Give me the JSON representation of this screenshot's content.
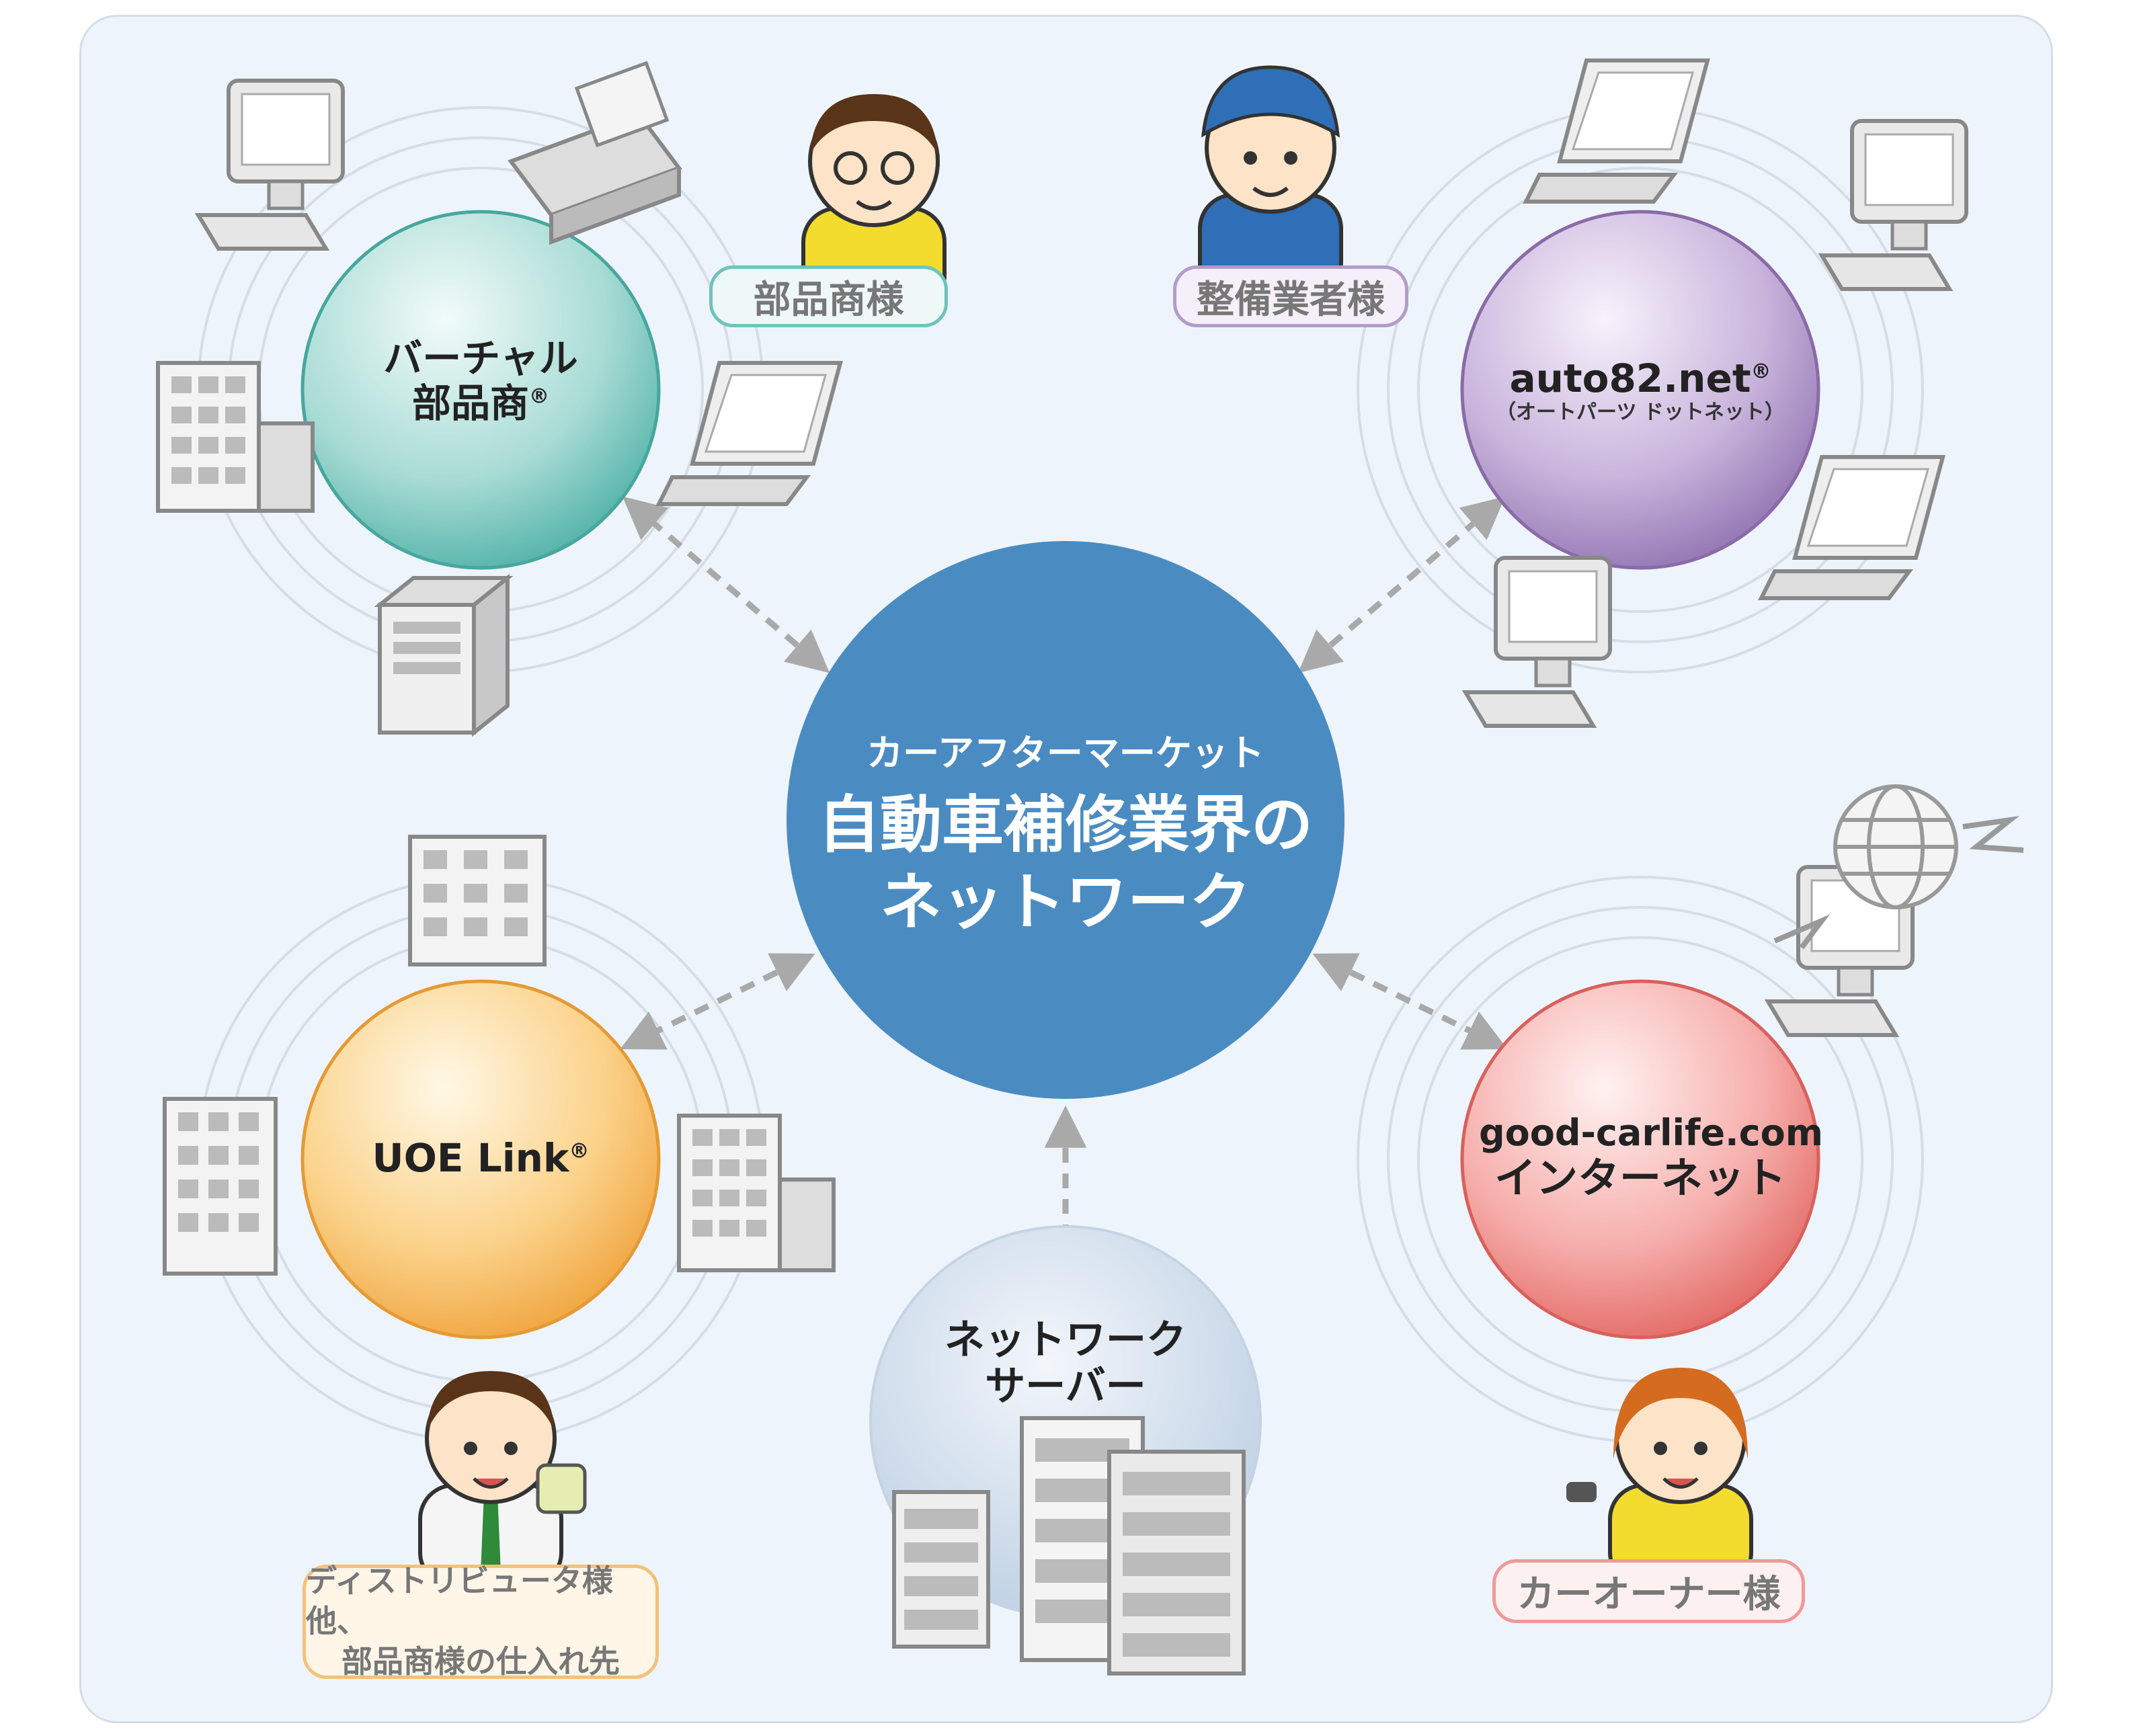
{
  "center": {
    "line1": "カーアフターマーケット",
    "line2": "自動車補修業界の",
    "line3": "ネットワーク"
  },
  "hubs": {
    "virtual_parts": {
      "line1": "バーチャル",
      "line2": "部品商",
      "reg": "®",
      "color": "#3fa79e"
    },
    "auto82": {
      "line1": "auto82.net",
      "reg": "®",
      "sub": "（オートパーツ ドットネット）",
      "color": "#8a6aa8"
    },
    "uoe": {
      "line1": "UOE Link",
      "reg": "®",
      "color": "#f2a93b"
    },
    "goodcarlife": {
      "line1": "good-carlife.com",
      "line2": "インターネット",
      "color": "#e0625f"
    },
    "server": {
      "line1": "ネットワーク",
      "line2": "サーバー"
    }
  },
  "tags": {
    "parts_dealer": "部品商様",
    "mechanic": "整備業者様",
    "distributor_line1": "ディストリビュータ様他、",
    "distributor_line2": "部品商様の仕入れ先",
    "car_owner": "カーオーナー様"
  },
  "colors": {
    "center": "#4a8cc2",
    "arrow": "#a9a9a9",
    "tag_parts": "#6fc3bb",
    "tag_mechanic": "#b39cc9",
    "tag_distributor": "#f2c27a",
    "tag_owner": "#ef9a98"
  },
  "icons": [
    "monitor-pc-icon",
    "fax-icon",
    "laptop-icon",
    "office-building-icon",
    "tower-server-icon",
    "globe-icon",
    "person-icon",
    "server-rack-icon"
  ]
}
